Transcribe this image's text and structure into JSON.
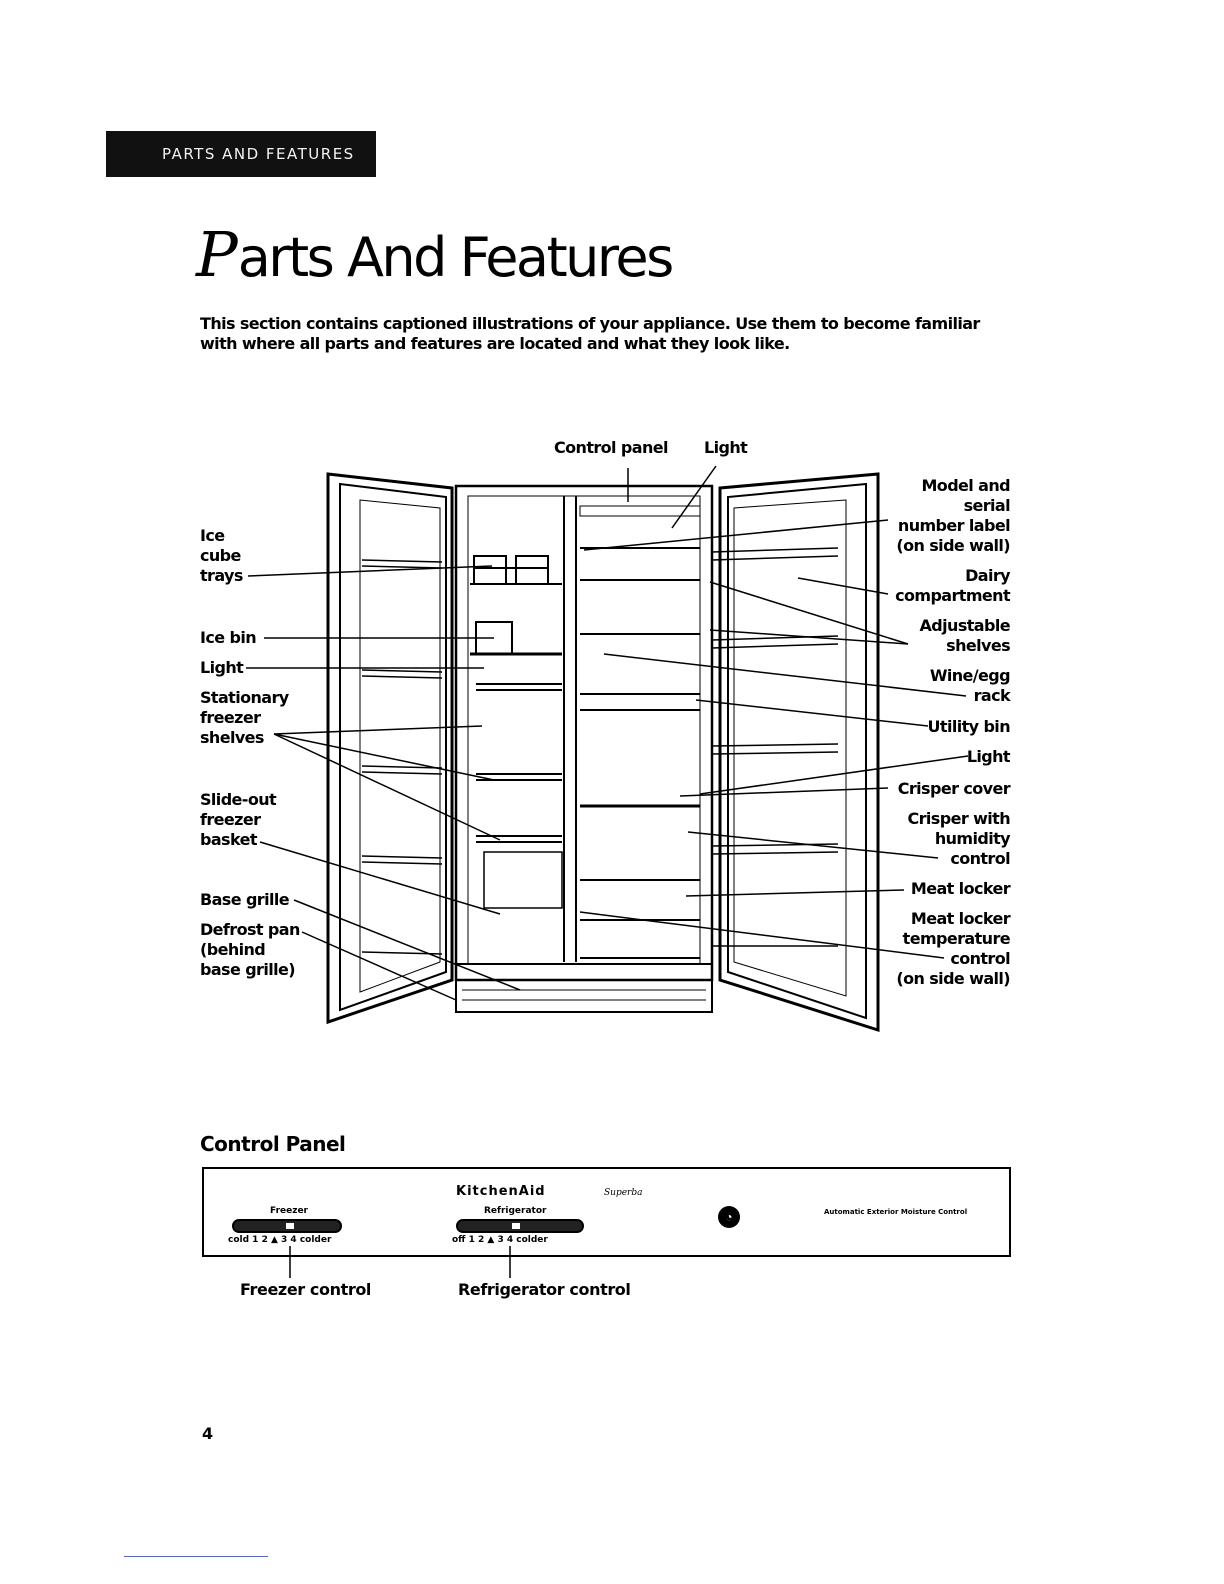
{
  "header": {
    "section_tab": "PARTS AND FEATURES"
  },
  "title": {
    "drop_cap": "P",
    "rest": "arts And Features"
  },
  "intro": "This section contains captioned illustrations of your appliance. Use them to become familiar with where all parts and features are located and what they look like.",
  "diagram": {
    "top_labels": {
      "control_panel": "Control panel",
      "light": "Light"
    },
    "left_labels": [
      "Ice\ncube\ntrays",
      "Ice bin",
      "Light",
      "Stationary\nfreezer\nshelves",
      "Slide-out\nfreezer\nbasket",
      "Base grille",
      "Defrost pan\n(behind\nbase grille)"
    ],
    "right_labels": [
      "Model and\nserial\nnumber label\n(on side wall)",
      "Dairy\ncompartment",
      "Adjustable\nshelves",
      "Wine/egg\nrack",
      "Utility bin",
      "Light",
      "Crisper cover",
      "Crisper with\nhumidity\ncontrol",
      "Meat locker",
      "Meat locker\ntemperature\ncontrol\n(on side wall)"
    ]
  },
  "control_panel": {
    "heading": "Control Panel",
    "brand": "KitchenAid",
    "brand_sub": "Superba",
    "freezer_label": "Freezer",
    "freezer_scale": "cold  1  2  ▲  3  4  colder",
    "refrigerator_label": "Refrigerator",
    "refrigerator_scale": "off        1  2  ▲  3  4  colder",
    "moisture_label": "Automatic Exterior Moisture Control",
    "freezer_caption": "Freezer control",
    "refrigerator_caption": "Refrigerator control"
  },
  "page_number": "4"
}
